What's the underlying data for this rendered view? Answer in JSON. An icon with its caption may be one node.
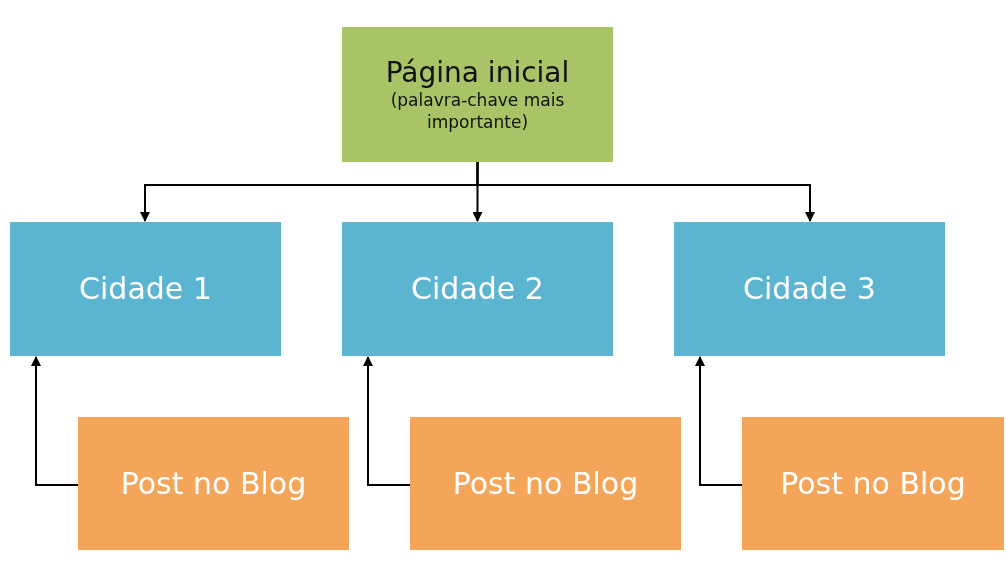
{
  "diagram": {
    "nodes": [
      {
        "text": [
          "Página inicial",
          "(palavra-chave mais importante)"
        ]
      },
      {
        "text": [
          "Cidade 1"
        ]
      },
      {
        "text": [
          "Cidade 2"
        ]
      },
      {
        "text": [
          "Cidade 3"
        ]
      },
      {
        "text": [
          "Post no Blog"
        ]
      },
      {
        "text": [
          "Post no Blog"
        ]
      },
      {
        "text": [
          "Post no Blog"
        ]
      }
    ],
    "edges": [
      {
        "from": 0,
        "to": 1,
        "arrow": "to"
      },
      {
        "from": 0,
        "to": 2,
        "arrow": "to"
      },
      {
        "from": 0,
        "to": 3,
        "arrow": "to"
      },
      {
        "from": 4,
        "to": 1,
        "arrow": "to"
      },
      {
        "from": 5,
        "to": 2,
        "arrow": "to"
      },
      {
        "from": 6,
        "to": 3,
        "arrow": "to"
      }
    ]
  }
}
